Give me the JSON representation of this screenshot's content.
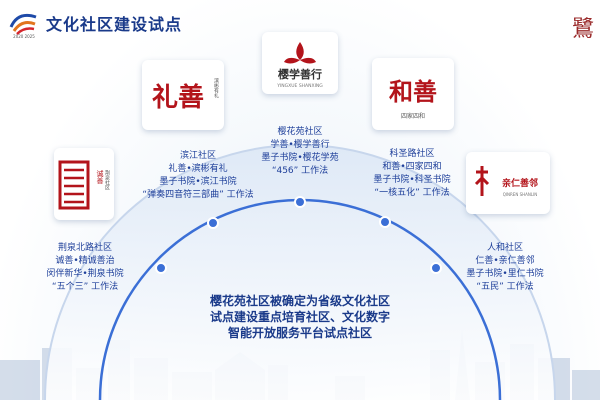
{
  "header": {
    "title": "文化社区建设试点"
  },
  "logo": {
    "caption": "2020 2025"
  },
  "seal": {
    "char": "鷺"
  },
  "colors": {
    "brand_blue": "#1e3f9a",
    "brand_red": "#b3141b",
    "arc_blue": "#3b6fd6"
  },
  "communities": [
    {
      "logo_main": "诚善",
      "logo_sub": "荆泉社区",
      "lines": [
        "荆泉北路社区",
        "诚善•精诚善治",
        "闵伴新华•荆泉书院",
        "“五个三” 工作法"
      ]
    },
    {
      "logo_main": "礼善",
      "logo_sub": "滨彬有礼",
      "lines": [
        "滨江社区",
        "礼善•滨彬有礼",
        "墨子书院•滨江书院",
        "“弹奏四音符三部曲” 工作法"
      ]
    },
    {
      "logo_main": "樱学善行",
      "logo_sub": "YINGXUE SHANXING",
      "lines": [
        "樱花苑社区",
        "学善•樱学善行",
        "墨子书院•樱花学苑",
        "“456” 工作法"
      ]
    },
    {
      "logo_main": "和善",
      "logo_sub": "四家四和",
      "lines": [
        "科圣路社区",
        "和善•四家四和",
        "墨子书院•科圣书院",
        "“一核五化” 工作法"
      ]
    },
    {
      "logo_main": "亲仁善邻",
      "logo_sub": "QINREN SHANLIN",
      "lines": [
        "人和社区",
        "仁善•亲仁善邻",
        "墨子书院•里仁书院",
        "“五民” 工作法"
      ]
    }
  ],
  "center": {
    "lines": [
      "樱花苑社区被确定为省级文化社区",
      "试点建设重点培育社区、文化数字",
      "智能开放服务平台试点社区"
    ]
  }
}
